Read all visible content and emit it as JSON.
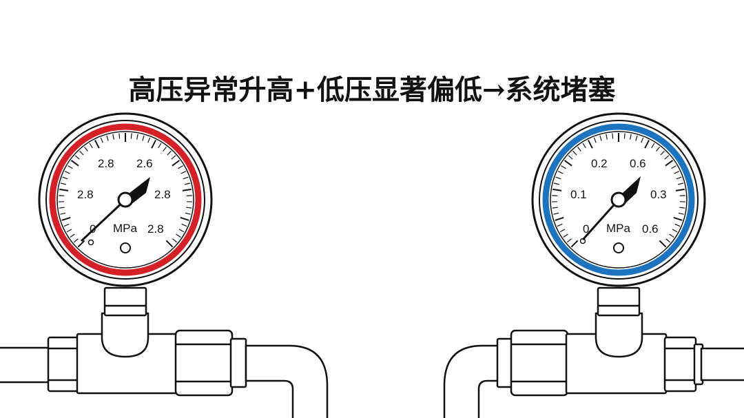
{
  "headline": "高压异常升高+低压显著偏低→系统堵塞",
  "gauges": [
    {
      "id": "high",
      "ring_color": "#d42027",
      "unit": "MPa",
      "labels": {
        "left_upper": "2.8",
        "top_left": "2.8",
        "top_right": "2.6",
        "right": "2.8",
        "bottom_left": "0",
        "bottom_right": "2.8"
      }
    },
    {
      "id": "low",
      "ring_color": "#1e73be",
      "unit": "MPa",
      "labels": {
        "left_upper": "0.1",
        "top_left": "0.2",
        "top_right": "0.6",
        "right": "0.3",
        "bottom_left": "0",
        "bottom_right": "0.6"
      }
    }
  ]
}
